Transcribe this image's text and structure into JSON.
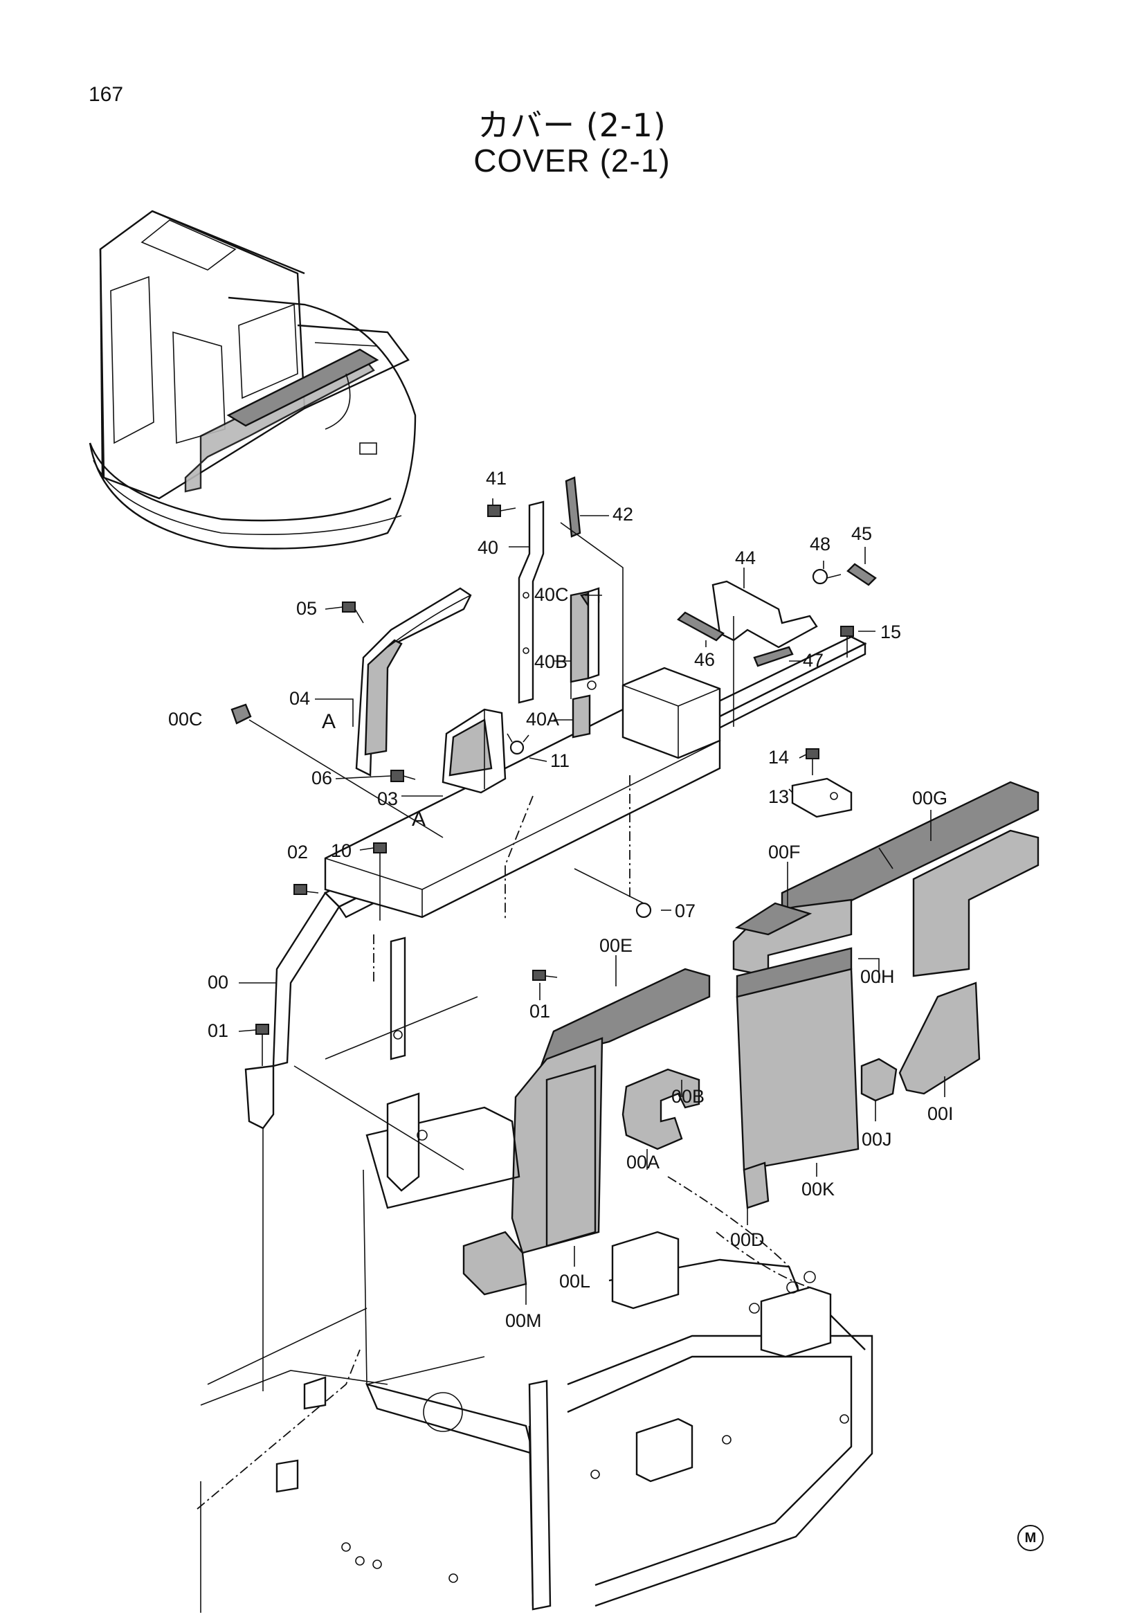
{
  "page": {
    "number": "167",
    "title_jp": "カバー (2-1)",
    "title_en": "COVER (2-1)",
    "brand_mark": "M"
  },
  "parts": [
    {
      "id": "41",
      "label": "41"
    },
    {
      "id": "42",
      "label": "42"
    },
    {
      "id": "40",
      "label": "40"
    },
    {
      "id": "40C",
      "label": "40C"
    },
    {
      "id": "40B",
      "label": "40B"
    },
    {
      "id": "40A",
      "label": "40A"
    },
    {
      "id": "44",
      "label": "44"
    },
    {
      "id": "48",
      "label": "48"
    },
    {
      "id": "45",
      "label": "45"
    },
    {
      "id": "46",
      "label": "46"
    },
    {
      "id": "47",
      "label": "47"
    },
    {
      "id": "15",
      "label": "15"
    },
    {
      "id": "05",
      "label": "05"
    },
    {
      "id": "04",
      "label": "04"
    },
    {
      "id": "A1",
      "label": "A"
    },
    {
      "id": "00C",
      "label": "00C"
    },
    {
      "id": "11",
      "label": "11"
    },
    {
      "id": "06",
      "label": "06"
    },
    {
      "id": "03",
      "label": "03"
    },
    {
      "id": "A2",
      "label": "A"
    },
    {
      "id": "14",
      "label": "14"
    },
    {
      "id": "13",
      "label": "13"
    },
    {
      "id": "00G",
      "label": "00G"
    },
    {
      "id": "10",
      "label": "10"
    },
    {
      "id": "02",
      "label": "02"
    },
    {
      "id": "00F",
      "label": "00F"
    },
    {
      "id": "07",
      "label": "07"
    },
    {
      "id": "00H",
      "label": "00H"
    },
    {
      "id": "00E",
      "label": "00E"
    },
    {
      "id": "00",
      "label": "00"
    },
    {
      "id": "01a",
      "label": "01"
    },
    {
      "id": "01b",
      "label": "01"
    },
    {
      "id": "00B",
      "label": "00B"
    },
    {
      "id": "00I",
      "label": "00I"
    },
    {
      "id": "00J",
      "label": "00J"
    },
    {
      "id": "00A",
      "label": "00A"
    },
    {
      "id": "00K",
      "label": "00K"
    },
    {
      "id": "00D",
      "label": "00D"
    },
    {
      "id": "00L",
      "label": "00L"
    },
    {
      "id": "00M",
      "label": "00M"
    }
  ]
}
